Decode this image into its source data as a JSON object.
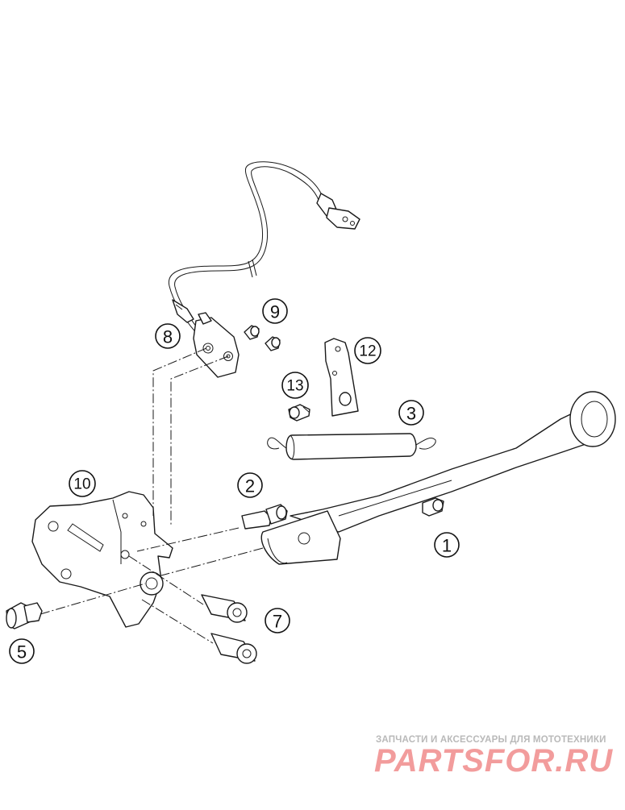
{
  "callouts": [
    {
      "id": "1",
      "label": "1"
    },
    {
      "id": "2",
      "label": "2"
    },
    {
      "id": "3",
      "label": "3"
    },
    {
      "id": "5",
      "label": "5"
    },
    {
      "id": "7",
      "label": "7"
    },
    {
      "id": "8",
      "label": "8"
    },
    {
      "id": "9",
      "label": "9"
    },
    {
      "id": "10",
      "label": "10"
    },
    {
      "id": "12",
      "label": "12"
    },
    {
      "id": "13",
      "label": "13"
    }
  ],
  "watermark": {
    "tagline": "ЗАПЧАСТИ И АКСЕССУАРЫ ДЛЯ МОТОТЕХНИКИ",
    "logo": "PARTSFOR.RU"
  },
  "colors": {
    "line": "#1a1a1a",
    "watermark_text": "#b9b9b9",
    "watermark_logo": "#f29c9c"
  }
}
